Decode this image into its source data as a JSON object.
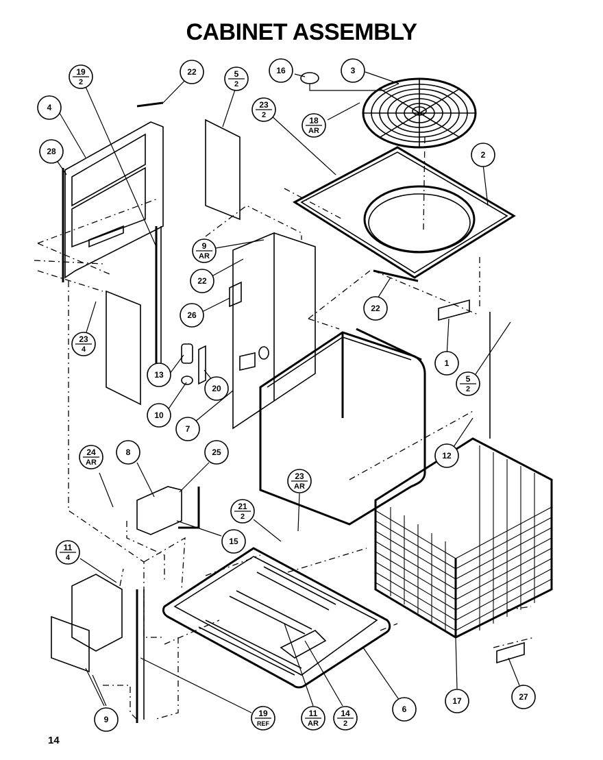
{
  "title": "CABINET ASSEMBLY",
  "page_number": "14",
  "callouts": [
    {
      "label": "22",
      "denom": ""
    },
    {
      "label": "19",
      "denom": "2"
    },
    {
      "label": "5",
      "denom": "2"
    },
    {
      "label": "16",
      "denom": ""
    },
    {
      "label": "3",
      "denom": ""
    },
    {
      "label": "23",
      "denom": "2"
    },
    {
      "label": "18",
      "denom": "AR"
    },
    {
      "label": "4",
      "denom": ""
    },
    {
      "label": "28",
      "denom": ""
    },
    {
      "label": "2",
      "denom": ""
    },
    {
      "label": "9",
      "denom": "AR"
    },
    {
      "label": "22",
      "denom": ""
    },
    {
      "label": "22",
      "denom": ""
    },
    {
      "label": "26",
      "denom": ""
    },
    {
      "label": "23",
      "denom": "4"
    },
    {
      "label": "1",
      "denom": ""
    },
    {
      "label": "5",
      "denom": "2"
    },
    {
      "label": "13",
      "denom": ""
    },
    {
      "label": "20",
      "denom": ""
    },
    {
      "label": "10",
      "denom": ""
    },
    {
      "label": "7",
      "denom": ""
    },
    {
      "label": "12",
      "denom": ""
    },
    {
      "label": "24",
      "denom": "AR"
    },
    {
      "label": "8",
      "denom": ""
    },
    {
      "label": "25",
      "denom": ""
    },
    {
      "label": "23",
      "denom": "AR"
    },
    {
      "label": "21",
      "denom": "2"
    },
    {
      "label": "15",
      "denom": ""
    },
    {
      "label": "11",
      "denom": "4"
    },
    {
      "label": "9",
      "denom": ""
    },
    {
      "label": "19",
      "denom": "REF"
    },
    {
      "label": "11",
      "denom": "AR"
    },
    {
      "label": "14",
      "denom": "2"
    },
    {
      "label": "6",
      "denom": ""
    },
    {
      "label": "17",
      "denom": ""
    },
    {
      "label": "27",
      "denom": ""
    }
  ]
}
